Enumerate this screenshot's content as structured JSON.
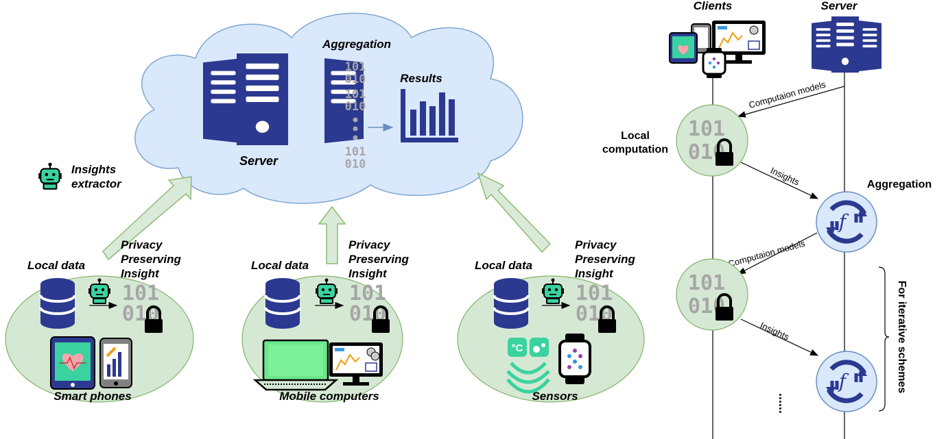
{
  "left": {
    "cloud_label": "Server",
    "aggregation_label": "Aggregation",
    "results_label": "Results",
    "legend_label_1": "Insights",
    "legend_label_2": "extractor",
    "binary_top": "101",
    "binary_bottom": "010",
    "groups": [
      {
        "local_label": "Local data",
        "privacy_1": "Privacy",
        "privacy_2": "Preserving",
        "privacy_3": "Insight",
        "device_label": "Smart phones"
      },
      {
        "local_label": "Local data",
        "privacy_1": "Privacy",
        "privacy_2": "Preserving",
        "privacy_3": "Insight",
        "device_label": "Mobile computers"
      },
      {
        "local_label": "Local data",
        "privacy_1": "Privacy",
        "privacy_2": "Preserving",
        "privacy_3": "Insight",
        "device_label": "Sensors"
      }
    ]
  },
  "right": {
    "clients_label": "Clients",
    "server_label": "Server",
    "local_computation_1": "Local",
    "local_computation_2": "computation",
    "aggregation_label": "Aggregation",
    "computation_models_label": "Computaion models",
    "insights_label": "Insights",
    "iterative_label": "For iterative schemes",
    "ellipsis": "......",
    "fx_symbol": "f"
  },
  "colors": {
    "navy": "#2c3990",
    "cloud_fill": "#dae8fc",
    "cloud_stroke": "#7ea6d0",
    "green_fill": "#d5e8d4",
    "green_stroke": "#82b366",
    "bright_green": "#3ad29f",
    "gray": "#a6a6a6"
  },
  "icons": [
    "server-icon",
    "bar-chart-icon",
    "database-icon",
    "robot-icon",
    "lock-icon",
    "tablet-icon",
    "phone-icon",
    "laptop-icon",
    "monitor-icon",
    "watch-icon",
    "sensor-icon",
    "function-icon"
  ]
}
